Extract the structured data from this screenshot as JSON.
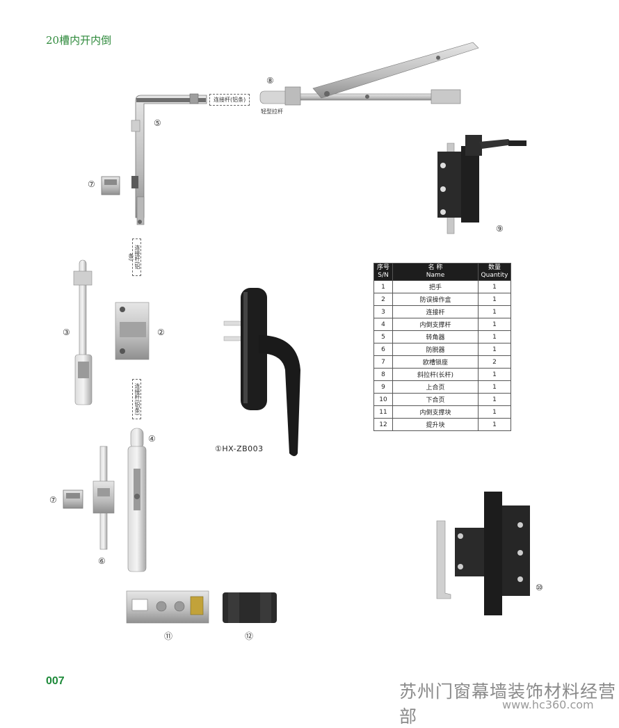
{
  "title": "20槽内开内倒",
  "page_number": "007",
  "labels": {
    "c1_model": "①HX-ZB003",
    "c2": "②",
    "c3": "③",
    "c4": "④",
    "c5": "⑤",
    "c6": "⑥",
    "c7a": "⑦",
    "c7b": "⑦",
    "c8": "⑧",
    "c9": "⑨",
    "c10": "⑩",
    "c11": "⑪",
    "c12": "⑫",
    "rod_horizontal": "连接杆(铝条)",
    "rod_vertical_1": "连接杆(铝条)",
    "rod_vertical_2": "连接杆(铝条)",
    "light_stay": "轻型拉杆"
  },
  "table": {
    "headers": [
      {
        "cn": "序号",
        "en": "S/N"
      },
      {
        "cn": "名 称",
        "en": "Name"
      },
      {
        "cn": "数量",
        "en": "Quantity"
      }
    ],
    "rows": [
      {
        "no": "1",
        "name": "把手",
        "qty": "1"
      },
      {
        "no": "2",
        "name": "防误操作盒",
        "qty": "1"
      },
      {
        "no": "3",
        "name": "连接杆",
        "qty": "1"
      },
      {
        "no": "4",
        "name": "内倒支撑杆",
        "qty": "1"
      },
      {
        "no": "5",
        "name": "转角器",
        "qty": "1"
      },
      {
        "no": "6",
        "name": "防脱器",
        "qty": "1"
      },
      {
        "no": "7",
        "name": "欧槽锁座",
        "qty": "2"
      },
      {
        "no": "8",
        "name": "斜拉杆(长杆)",
        "qty": "1"
      },
      {
        "no": "9",
        "name": "上合页",
        "qty": "1"
      },
      {
        "no": "10",
        "name": "下合页",
        "qty": "1"
      },
      {
        "no": "11",
        "name": "内倒支撑块",
        "qty": "1"
      },
      {
        "no": "12",
        "name": "提升块",
        "qty": "1"
      }
    ]
  },
  "watermark": {
    "company": "苏州门窗幕墙装饰材料经营部",
    "url": "www.hc360.com"
  }
}
